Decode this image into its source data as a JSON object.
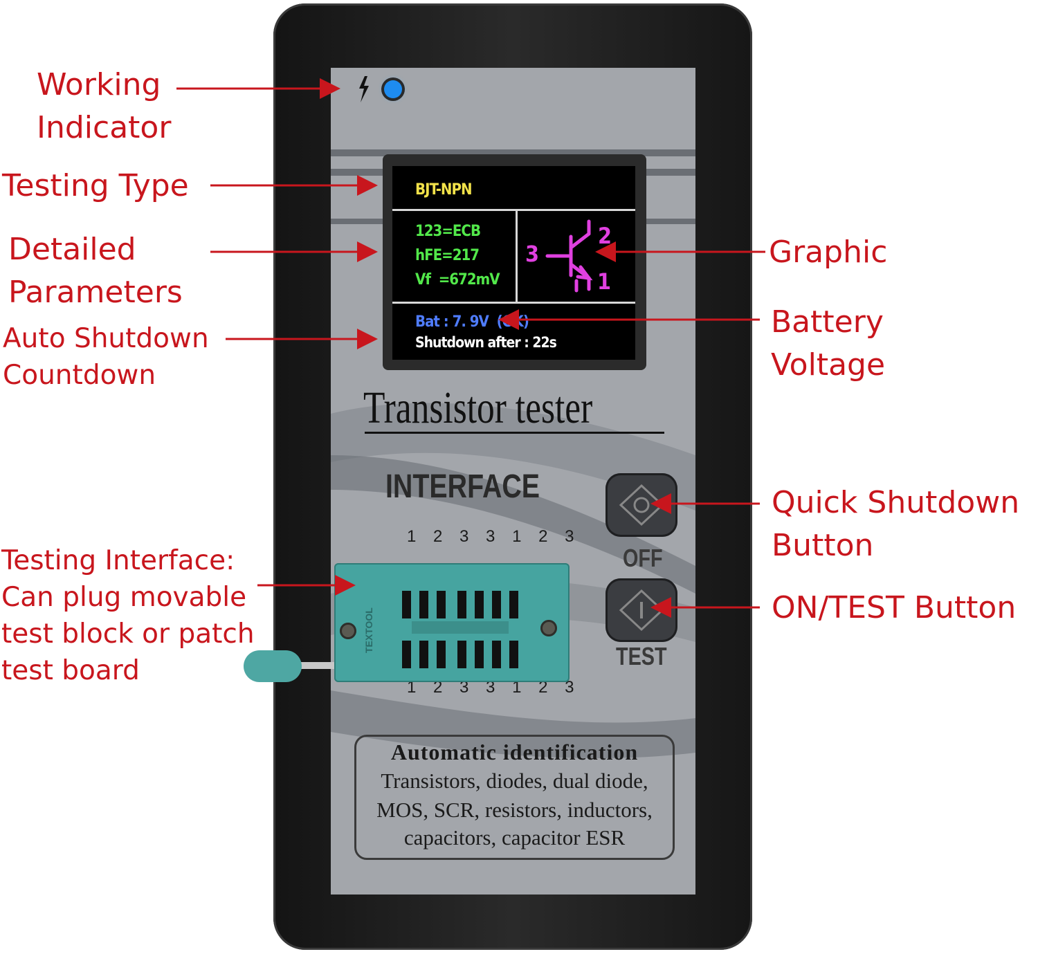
{
  "callouts": {
    "working_indicator": "Working\nIndicator",
    "testing_type": "Testing Type",
    "detailed_parameters": "Detailed\nParameters",
    "auto_shutdown": "Auto Shutdown\nCountdown",
    "testing_interface": "Testing Interface:\nCan plug movable\ntest block or patch\ntest board",
    "graphic": "Graphic",
    "battery_voltage": "Battery\nVoltage",
    "quick_shutdown": "Quick Shutdown\nButton",
    "on_test": "ON/TEST Button"
  },
  "screen": {
    "type": "BJT-NPN",
    "pins": "123=ECB",
    "hfe": "hFE=217",
    "vf": "Vf  =672mV",
    "battery": "Bat : 7. 9V  (OK)",
    "shutdown": "Shutdown after : 22s",
    "symbol_pin_base": "3",
    "symbol_pin_collector": "2",
    "symbol_pin_emitter": "1"
  },
  "device": {
    "brand": "Transistor tester",
    "interface_label": "INTERFACE",
    "pin_numbers_top": "1 2 3 3 1 2 3",
    "pin_numbers_bottom": "1 2 3 3 1 2 3",
    "off_label": "OFF",
    "test_label": "TEST",
    "socket_text": "TEXTOOL",
    "id_title": "Automatic identification",
    "id_line1": "Transistors, diodes, dual diode,",
    "id_line2": "MOS, SCR, resistors, inductors,",
    "id_line3": "capacitors, capacitor ESR"
  },
  "colors": {
    "callout": "#c8161d",
    "type_text": "#f2e24a",
    "param_text": "#52e84a",
    "battery_text": "#4f7dff",
    "shutdown_text": "#ffffff",
    "symbol": "#e040e0",
    "indicator_led": "#1e8cf0",
    "socket": "#46a4a0"
  }
}
